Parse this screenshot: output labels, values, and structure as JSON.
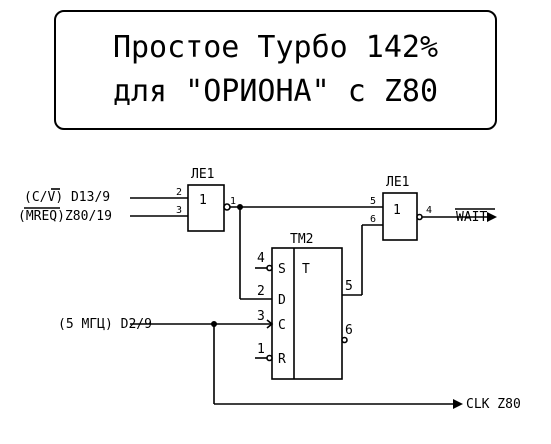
{
  "title": {
    "line1": "Простое Турбо 142%",
    "line2": "для \"ОРИОНА\" с Z80"
  },
  "gate1": {
    "name": "ЛЕ1",
    "symbol": "1",
    "in_pins": [
      "2",
      "3"
    ],
    "out_pin": "1"
  },
  "gate2": {
    "name": "ЛЕ1",
    "symbol": "1",
    "in_pins": [
      "5",
      "6"
    ],
    "out_pin": "4"
  },
  "flipflop": {
    "name": "ТМ2",
    "symbol": "T",
    "inputs": [
      {
        "pin": "4",
        "name": "S"
      },
      {
        "pin": "2",
        "name": "D"
      },
      {
        "pin": "3",
        "name": "C"
      },
      {
        "pin": "1",
        "name": "R"
      }
    ],
    "outputs": [
      {
        "pin": "5"
      },
      {
        "pin": "6"
      }
    ]
  },
  "signals": {
    "cv_prefix": "(C/",
    "cv_bar": "V",
    "cv_suffix": ") D13/9",
    "mreq_open": "(",
    "mreq_bar": "MREQ",
    "mreq_suffix": ")Z80/19",
    "clk_in": "(5 МГЦ) D2/9",
    "wait_out": "WAIT",
    "clk_out": "CLK Z80"
  }
}
